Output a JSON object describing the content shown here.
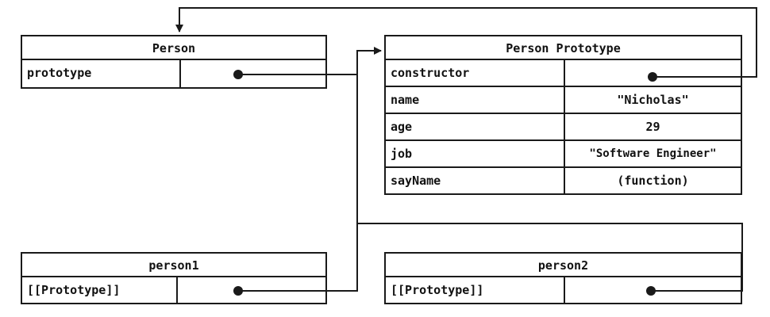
{
  "person": {
    "title": "Person",
    "rows": [
      {
        "key": "prototype"
      }
    ]
  },
  "prototype_object": {
    "title": "Person Prototype",
    "rows": [
      {
        "key": "constructor"
      },
      {
        "key": "name",
        "value": "\"Nicholas\""
      },
      {
        "key": "age",
        "value": "29"
      },
      {
        "key": "job",
        "value": "\"Software Engineer\""
      },
      {
        "key": "sayName",
        "value": "(function)"
      }
    ]
  },
  "person1": {
    "title": "person1",
    "rows": [
      {
        "key": "[[Prototype]]"
      }
    ]
  },
  "person2": {
    "title": "person2",
    "rows": [
      {
        "key": "[[Prototype]]"
      }
    ]
  },
  "colors": {
    "line": "#1a1a1a",
    "background": "#ffffff"
  }
}
